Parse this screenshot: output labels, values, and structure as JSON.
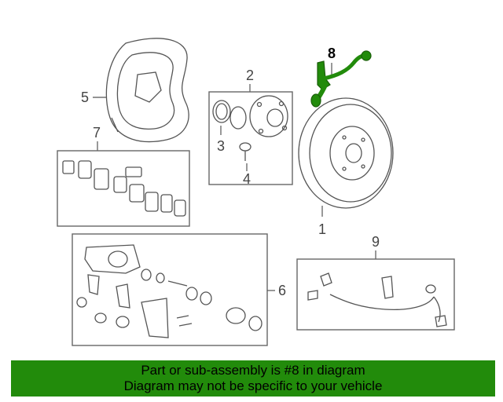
{
  "diagram": {
    "callouts": {
      "c1": "1",
      "c2": "2",
      "c3": "3",
      "c4": "4",
      "c5": "5",
      "c6": "6",
      "c7": "7",
      "c8": "8",
      "c9": "9"
    },
    "highlighted_part": "8",
    "highlight_color": "#228b0b"
  },
  "banner": {
    "line1": "Part or sub-assembly is #8 in diagram",
    "line2": "Diagram may not be specific to your vehicle",
    "background": "#228b0b"
  }
}
